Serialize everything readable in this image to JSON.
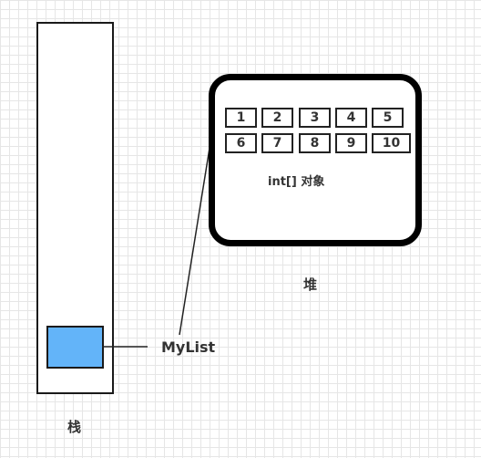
{
  "array_values": [
    "1",
    "2",
    "3",
    "4",
    "5",
    "6",
    "7",
    "8",
    "9",
    "10"
  ],
  "labels": {
    "object": "int[] 对象",
    "heap": "堆",
    "variable": "MyList",
    "stack": "栈"
  },
  "colors": {
    "variable_fill": "#63b4f9",
    "outline": "#1a1a1a",
    "grid": "#e6e6e6"
  }
}
